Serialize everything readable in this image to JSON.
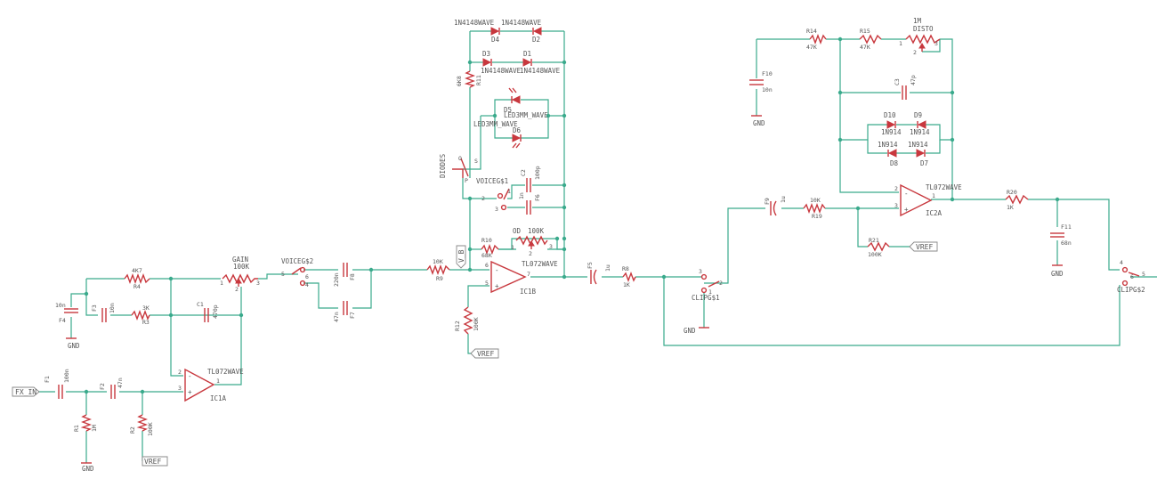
{
  "colors": {
    "wire": "#3aaa8c",
    "component": "#c8383e",
    "text": "#555555"
  },
  "nets": {
    "fx_in": "FX_IN",
    "vref1": "VREF",
    "vref2": "VREF",
    "vref3": "VREF",
    "gnd1": "GND",
    "gnd2": "GND",
    "gnd3": "GND",
    "gnd4": "GND",
    "gnd5": "GND",
    "vb": "V_B"
  },
  "left": {
    "f1_name": "F1",
    "f1_val": "100n",
    "r1_name": "R1",
    "r1_val": "1M",
    "f2b_name": "F2",
    "f2b_val": "47n",
    "r2_name": "R2",
    "r2_val": "100K",
    "f4_name": "F4",
    "f4_val": "10n",
    "r4_name": "R4",
    "r4_val": "4K7",
    "f3_name": "F3",
    "f3_val": "10n",
    "r3_name": "R3",
    "r3_val": "3K",
    "c1_name": "C1",
    "c1_val": "470p",
    "gain_name": "GAIN",
    "gain_val": "100K",
    "ic1a_type": "TL072WAVE",
    "ic1a_name": "IC1A"
  },
  "voice2": {
    "sw_name": "VOICEG$2",
    "f8_name": "F8",
    "f8_val": "220n",
    "f7_name": "F7",
    "f7_val": "47n",
    "r9_name": "R9",
    "r9_val": "10K"
  },
  "center": {
    "d4_name": "D4",
    "d4_type": "1N4148WAVE",
    "d2_name": "D2",
    "d2_type": "1N4148WAVE",
    "d3_name": "D3",
    "d3_type": "1N4148WAVE",
    "d1_name": "D1",
    "d1_type": "1N4148WAVE",
    "r11_name": "R11",
    "r11_val": "6K8",
    "d5_name": "D5",
    "d5_type": "LED3MM_WAVE",
    "d6_name": "D6",
    "d6_type": "LED3MM_WAVE",
    "diodes_sw": "DIODES",
    "voice1_sw": "VOICEG$1",
    "c2_name": "C2",
    "c2_val": "100p",
    "f6_name": "F6",
    "f6_val": "1n",
    "r10_name": "R10",
    "r10_val": "68K",
    "od_name": "OD",
    "od_val": "100K",
    "ic1b_type": "TL072WAVE",
    "ic1b_name": "IC1B",
    "r12_name": "R12",
    "r12_val": "100K",
    "f5_name": "F5",
    "f5_val": "1u",
    "r8_name": "R8",
    "r8_val": "1K",
    "clip1_sw": "CLIPG$1"
  },
  "right": {
    "r14_name": "R14",
    "r14_val": "47K",
    "r15_name": "R15",
    "r15_val": "47K",
    "disto_name": "DISTO",
    "disto_val": "1M",
    "f10_name": "F10",
    "f10_val": "10n",
    "c3_name": "C3",
    "c3_val": "47p",
    "d10_name": "D10",
    "d10_type": "1N914",
    "d9_name": "D9",
    "d9_type": "1N914",
    "d8_name": "D8",
    "d8_type": "1N914",
    "d7_name": "D7",
    "d7_type": "1N914",
    "f9_name": "F9",
    "f9_val": "1u",
    "r19_name": "R19",
    "r19_val": "10K",
    "ic2a_type": "TL072WAVE",
    "ic2a_name": "IC2A",
    "r21_name": "R21",
    "r21_val": "100K",
    "r20_name": "R20",
    "r20_val": "1K",
    "f11_name": "F11",
    "f11_val": "68n",
    "clip2_sw": "CLIPG$2"
  },
  "pins": {
    "p1": "1",
    "p2": "2",
    "p3": "3",
    "p4": "4",
    "p5": "5",
    "p6": "6",
    "p7": "7",
    "po": "O",
    "ps": "S",
    "pp": "P",
    "pplus": "+",
    "pminus": "-"
  }
}
